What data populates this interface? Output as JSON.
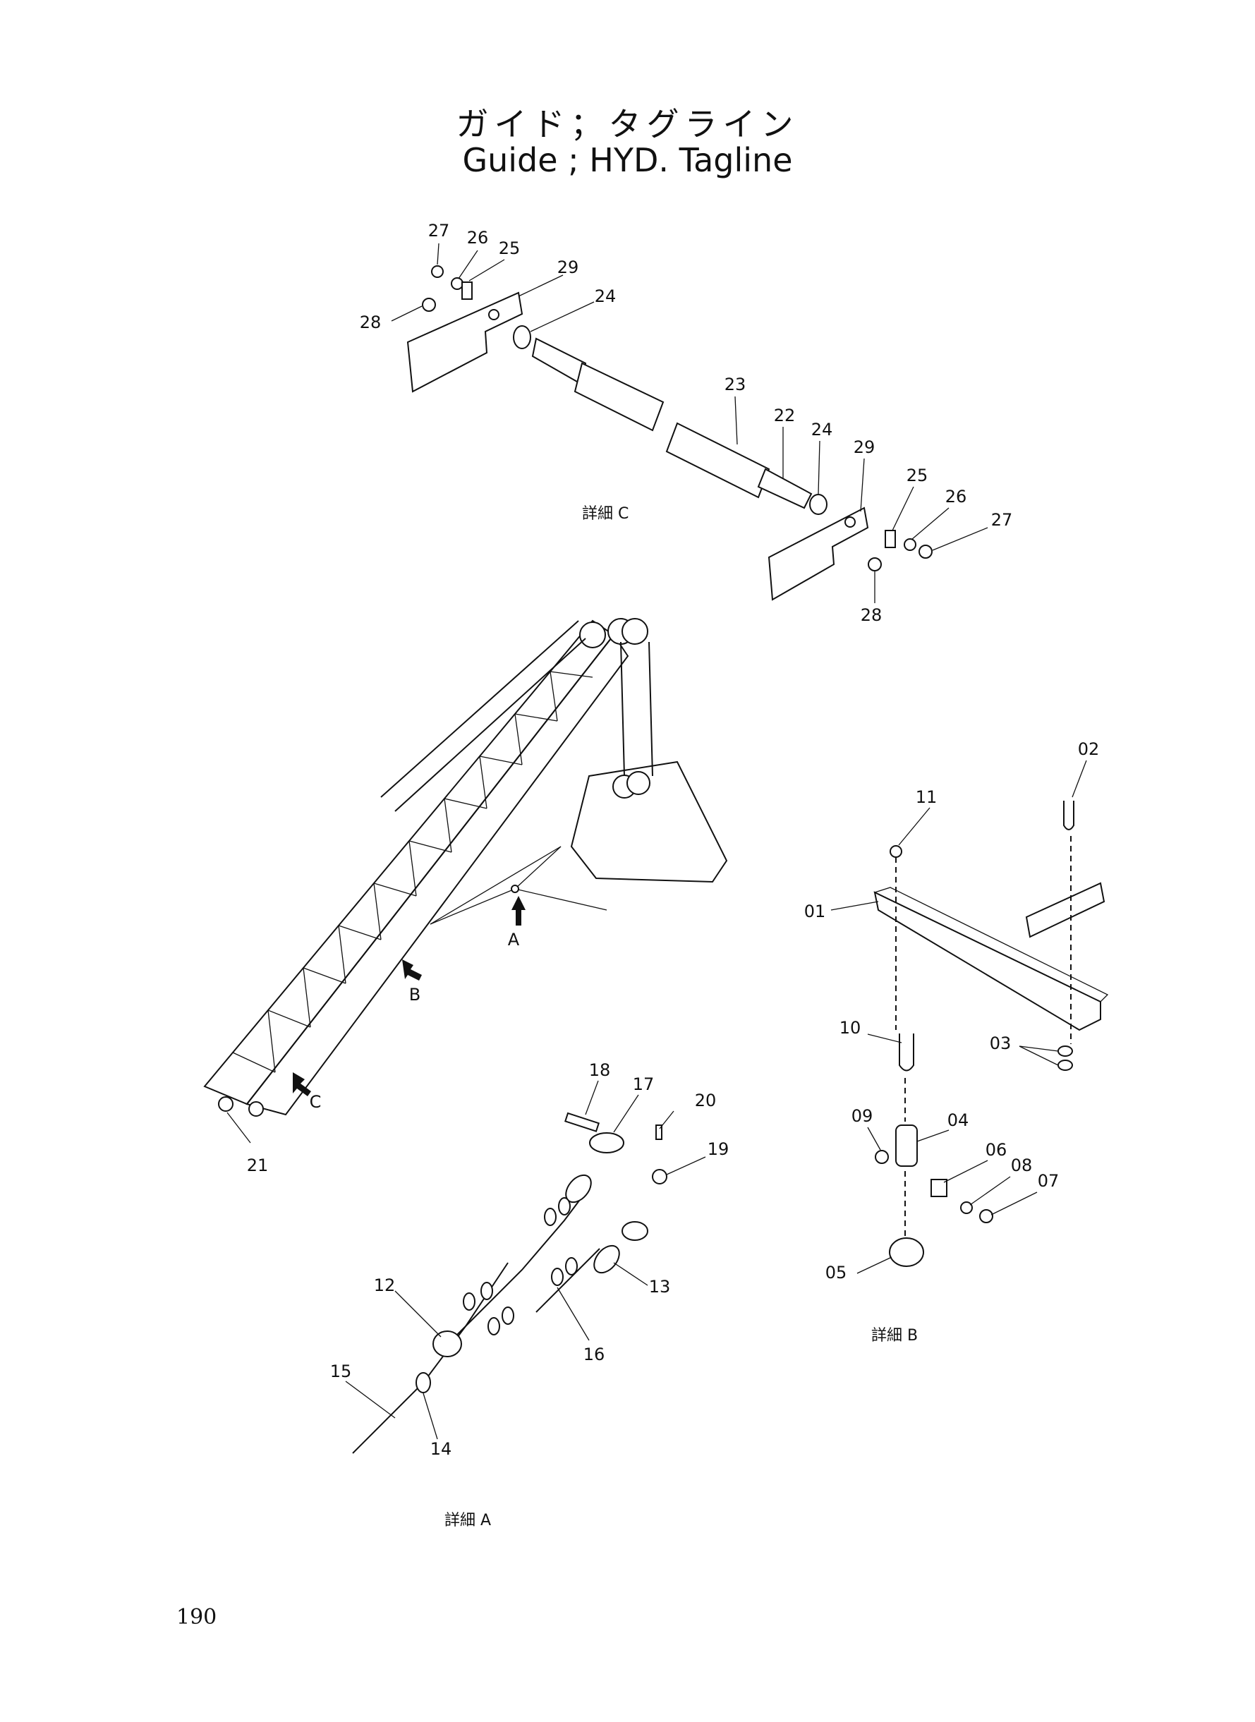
{
  "title": {
    "japanese": "ガイド；タグライン",
    "english": "Guide ; HYD. Tagline"
  },
  "page_number": "190",
  "detail_labels": {
    "detail_a": "詳細 A",
    "detail_b": "詳細 B",
    "detail_c": "詳細 C"
  },
  "view_markers": {
    "a": "A",
    "b": "B",
    "c": "C"
  },
  "callouts": {
    "detail_c": [
      "27",
      "26",
      "25",
      "29",
      "24",
      "28",
      "23",
      "22",
      "24",
      "29",
      "25",
      "26",
      "27",
      "28"
    ],
    "detail_b": [
      "02",
      "11",
      "01",
      "10",
      "03",
      "09",
      "04",
      "06",
      "08",
      "07",
      "05"
    ],
    "detail_a": [
      "18",
      "17",
      "20",
      "19",
      "13",
      "12",
      "16",
      "15",
      "14"
    ],
    "main": [
      "21"
    ]
  }
}
